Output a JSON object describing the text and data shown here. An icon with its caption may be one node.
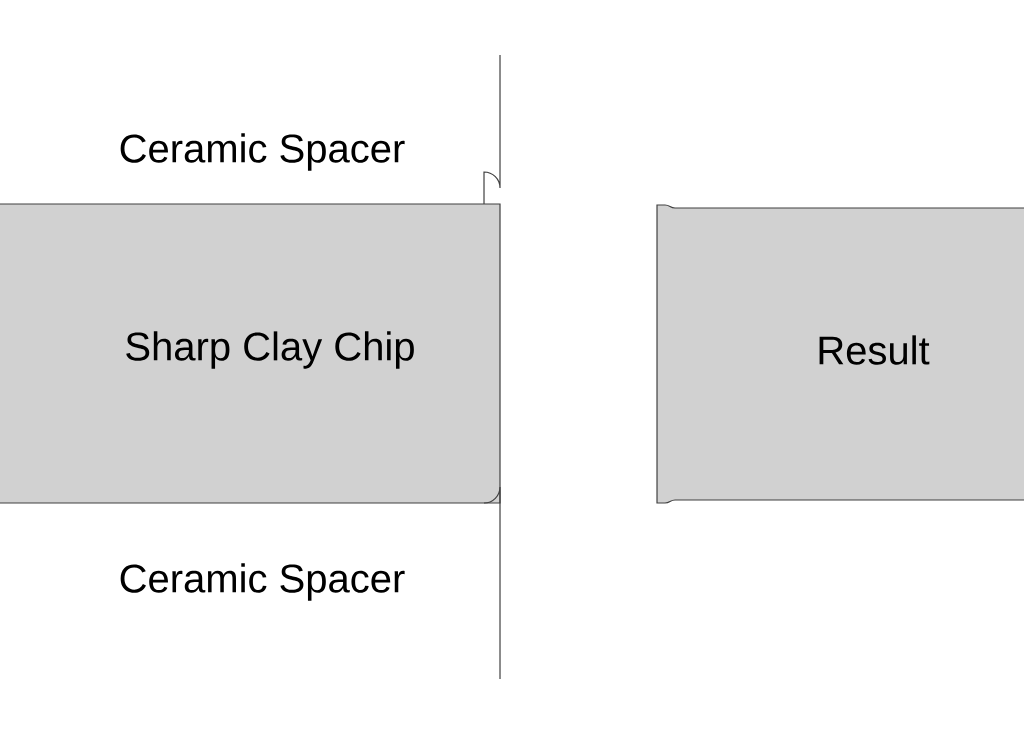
{
  "diagram": {
    "nodes": [
      {
        "text": [
          "Ceramic Spacer"
        ]
      },
      {
        "text": [
          "Sharp Clay Chip"
        ]
      },
      {
        "text": [
          "Ceramic Spacer"
        ]
      },
      {
        "text": [
          "Result"
        ]
      }
    ]
  }
}
